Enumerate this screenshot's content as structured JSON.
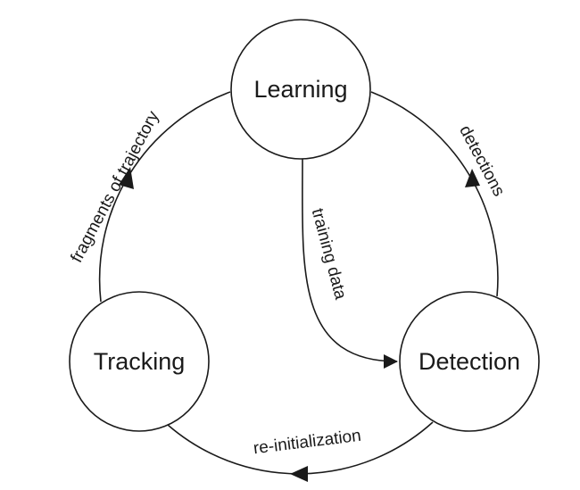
{
  "nodes": {
    "learning": "Learning",
    "tracking": "Tracking",
    "detection": "Detection"
  },
  "edges": {
    "tracking_to_learning": "fragments of trajectory",
    "detection_to_learning": "detections",
    "learning_to_detection": "training data",
    "detection_to_tracking": "re-initialization"
  },
  "colors": {
    "stroke": "#1a1a1a",
    "background": "#ffffff"
  }
}
